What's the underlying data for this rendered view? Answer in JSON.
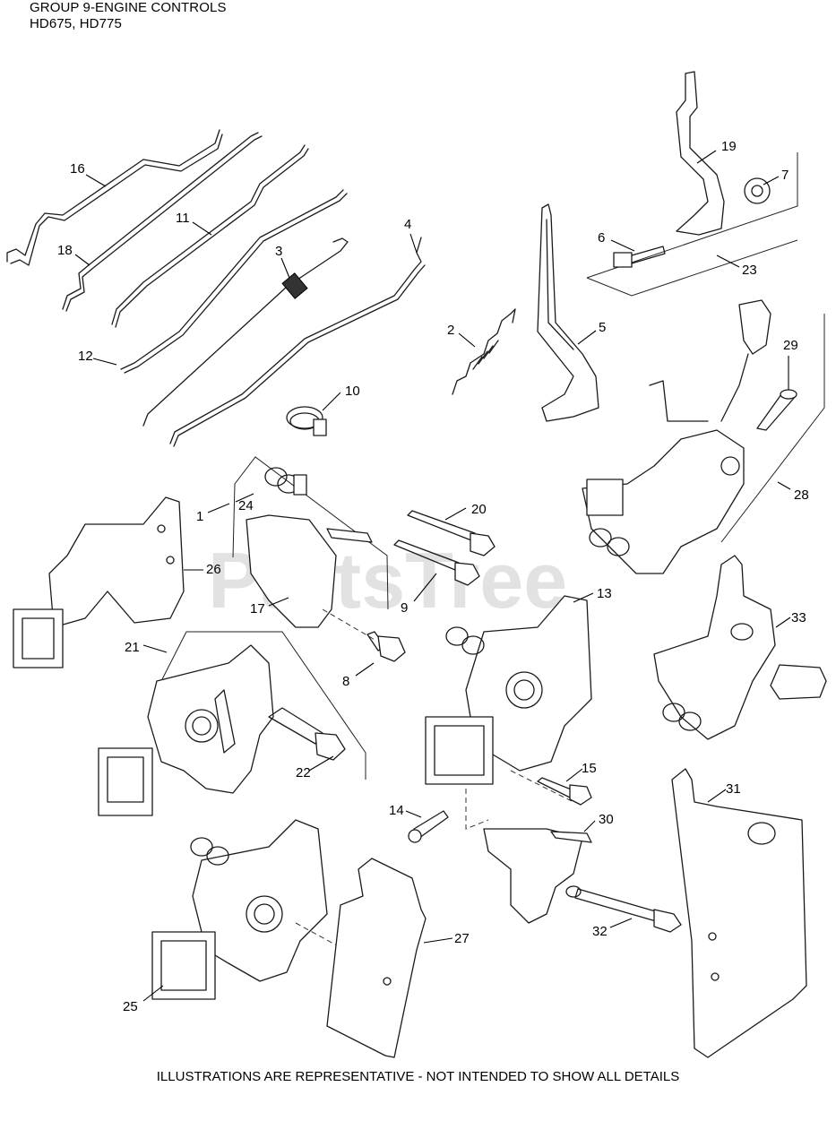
{
  "header": {
    "title": "GROUP 9-ENGINE CONTROLS",
    "models": "HD675, HD775"
  },
  "watermark": "PartsTree",
  "footer": "ILLUSTRATIONS ARE REPRESENTATIVE - NOT INTENDED TO SHOW ALL DETAILS",
  "callouts": {
    "c1": "1",
    "c2": "2",
    "c3": "3",
    "c4": "4",
    "c5": "5",
    "c6": "6",
    "c7": "7",
    "c8": "8",
    "c9": "9",
    "c10": "10",
    "c11": "11",
    "c12": "12",
    "c13": "13",
    "c14": "14",
    "c15": "15",
    "c16": "16",
    "c17": "17",
    "c18": "18",
    "c19": "19",
    "c20": "20",
    "c21": "21",
    "c22": "22",
    "c23": "23",
    "c24": "24",
    "c25": "25",
    "c26": "26",
    "c27": "27",
    "c28": "28",
    "c29": "29",
    "c30": "30",
    "c31": "31",
    "c32": "32",
    "c33": "33"
  }
}
